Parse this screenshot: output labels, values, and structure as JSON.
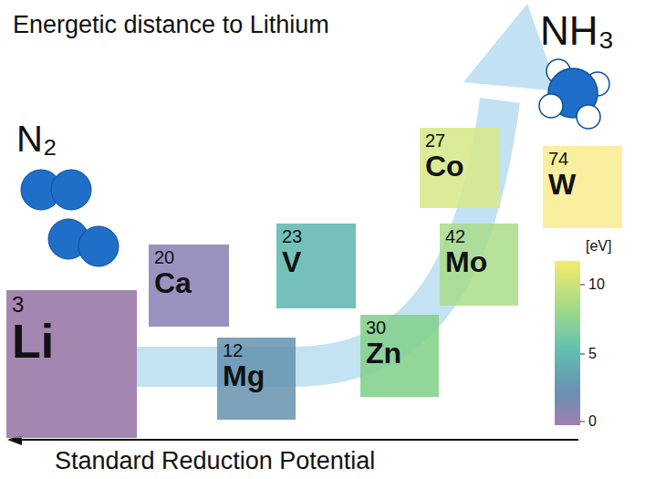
{
  "diagram": {
    "title": "Energetic distance to Lithium",
    "nodes": [
      {
        "text": [
          "3",
          "Li"
        ]
      },
      {
        "text": [
          "20",
          "Ca"
        ]
      },
      {
        "text": [
          "12",
          "Mg"
        ]
      },
      {
        "text": [
          "23",
          "V"
        ]
      },
      {
        "text": [
          "30",
          "Zn"
        ]
      },
      {
        "text": [
          "27",
          "Co"
        ]
      },
      {
        "text": [
          "42",
          "Mo"
        ]
      },
      {
        "text": [
          "74",
          "W"
        ]
      }
    ],
    "labels": [
      "N₂",
      "NH₃",
      "[eV]",
      "10",
      "5",
      "0",
      "Standard Reduction Potential"
    ]
  }
}
